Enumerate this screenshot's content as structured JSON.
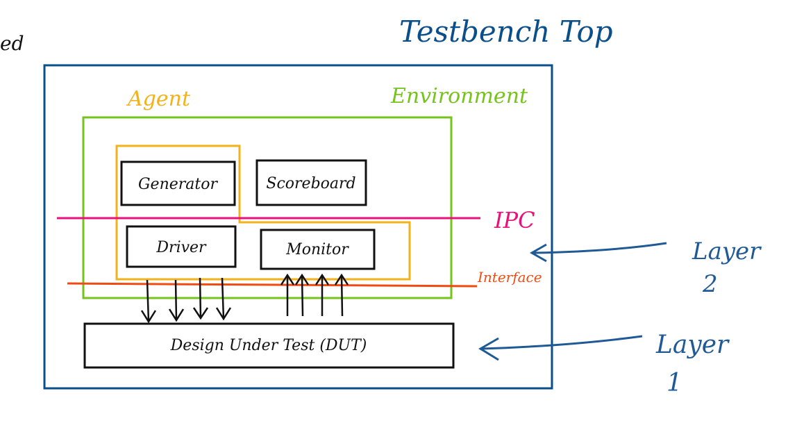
{
  "colors": {
    "testbench": "#0b4f8a",
    "environment": "#76c31b",
    "agent": "#f2b21b",
    "ipc": "#e8117a",
    "interface": "#f04b12",
    "layer_annotation": "#1f5a96",
    "box_stroke": "#111111"
  },
  "partial_left_label": "ed",
  "testbench": {
    "title": "Testbench Top"
  },
  "environment": {
    "label": "Environment"
  },
  "agent": {
    "label": "Agent"
  },
  "components": {
    "generator": "Generator",
    "scoreboard": "Scoreboard",
    "driver": "Driver",
    "monitor": "Monitor",
    "dut": "Design Under Test (DUT)"
  },
  "lines": {
    "ipc": "IPC",
    "interface": "Interface"
  },
  "layers": {
    "layer2": {
      "word": "Layer",
      "number": "2"
    },
    "layer1": {
      "word": "Layer",
      "number": "1"
    }
  }
}
